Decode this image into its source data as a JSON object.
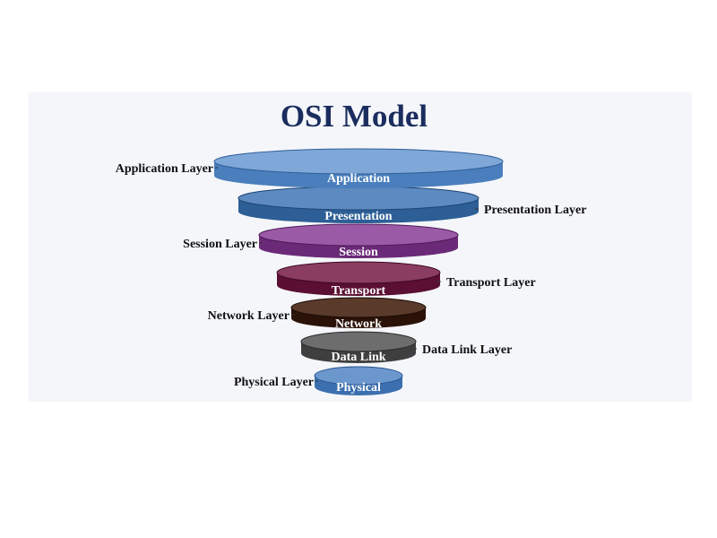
{
  "title": "OSI Model",
  "layers": [
    {
      "name": "Application",
      "side_label": "Application Layer",
      "side": "left",
      "color": "#4a7ebc",
      "highlight": "#7fa8d8",
      "edge": "#2f5e99"
    },
    {
      "name": "Presentation",
      "side_label": "Presentation Layer",
      "side": "right",
      "color": "#2d5f96",
      "highlight": "#5d8ac0",
      "edge": "#1d4575"
    },
    {
      "name": "Session",
      "side_label": "Session Layer",
      "side": "left",
      "color": "#6b2a78",
      "highlight": "#9a5aa6",
      "edge": "#4d1a58"
    },
    {
      "name": "Transport",
      "side_label": "Transport Layer",
      "side": "right",
      "color": "#5a0f33",
      "highlight": "#8a3d61",
      "edge": "#3d0822"
    },
    {
      "name": "Network",
      "side_label": "Network Layer",
      "side": "left",
      "color": "#2a1208",
      "highlight": "#5a3a2a",
      "edge": "#180a04"
    },
    {
      "name": "Data Link",
      "side_label": "Data Link Layer",
      "side": "right",
      "color": "#3f3f3f",
      "highlight": "#6d6d6d",
      "edge": "#2a2a2a"
    },
    {
      "name": "Physical",
      "side_label": "Physical Layer",
      "side": "left",
      "color": "#3b6fae",
      "highlight": "#6b97cd",
      "edge": "#2a5490"
    }
  ]
}
